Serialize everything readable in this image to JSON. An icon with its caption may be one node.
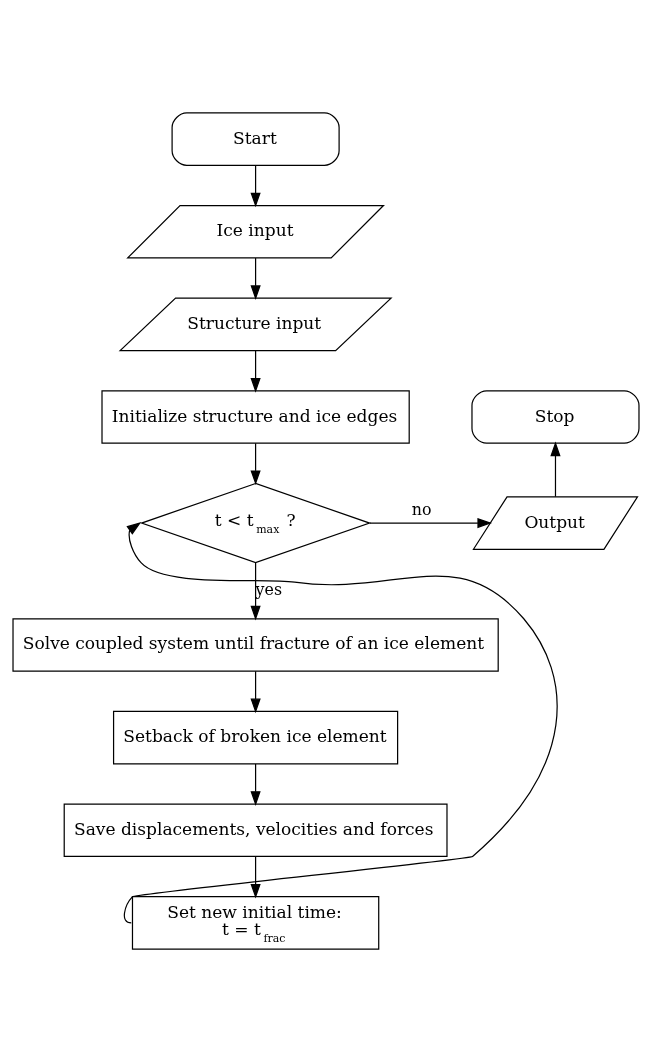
{
  "diagram": {
    "nodes": [
      {
        "text": [
          "Start"
        ]
      },
      {
        "text": [
          "Ice input"
        ]
      },
      {
        "text": [
          "Structure input"
        ]
      },
      {
        "text": [
          "Initialize structure and ice edges"
        ]
      },
      {
        "text": [
          "t < t$_{max}$ ?"
        ]
      },
      {
        "text": [
          "Output"
        ]
      },
      {
        "text": [
          "Stop"
        ]
      },
      {
        "text": [
          "Solve coupled system until fracture of an ice element"
        ]
      },
      {
        "text": [
          "Setback of broken ice element"
        ]
      },
      {
        "text": [
          "Save displacements, velocities and forces"
        ]
      },
      {
        "text": [
          "Set new initial time:",
          "t = t$_{frac}$"
        ]
      }
    ],
    "edges": [
      {
        "from": 0,
        "to": 1,
        "arrow": "to"
      },
      {
        "from": 1,
        "to": 2,
        "arrow": "to"
      },
      {
        "from": 2,
        "to": 3,
        "arrow": "to"
      },
      {
        "from": 3,
        "to": 4,
        "arrow": "to"
      },
      {
        "from": 4,
        "to": 5,
        "arrow": "to",
        "label": "no"
      },
      {
        "from": 5,
        "to": 6,
        "arrow": "to"
      },
      {
        "from": 4,
        "to": 7,
        "arrow": "to",
        "label": "yes"
      },
      {
        "from": 7,
        "to": 8,
        "arrow": "to"
      },
      {
        "from": 8,
        "to": 9,
        "arrow": "to"
      },
      {
        "from": 9,
        "to": 10,
        "arrow": "to"
      },
      {
        "from": 10,
        "to": 4,
        "arrow": "to"
      }
    ]
  }
}
